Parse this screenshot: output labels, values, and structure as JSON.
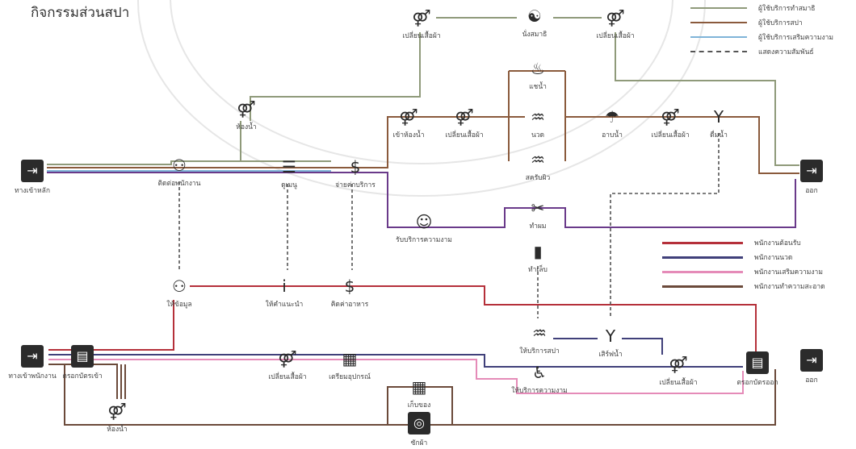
{
  "title": "กิจกรรมส่วนสปา",
  "legend_top": [
    {
      "label": "ผู้ใช้บริการทำสมาธิ",
      "color": "#8f9a7a",
      "dashed": false
    },
    {
      "label": "ผู้ใช้บริการสปา",
      "color": "#8a5a3c",
      "dashed": false
    },
    {
      "label": "ผู้ใช้บริการเสริมความงาม",
      "color": "#7fb4d8",
      "dashed": false
    },
    {
      "label": "แสดงความสัมพันธ์",
      "color": "#555555",
      "dashed": true
    }
  ],
  "legend_bottom": [
    {
      "label": "พนักงานต้อนรับ",
      "color": "#b5303a",
      "dashed": false
    },
    {
      "label": "พนักงานนวด",
      "color": "#40407a",
      "dashed": false
    },
    {
      "label": "พนักงานเสริมความงาม",
      "color": "#e58bb8",
      "dashed": false
    },
    {
      "label": "พนักงานทำความสะอาด",
      "color": "#6b4a3a",
      "dashed": false
    }
  ],
  "nodes": [
    {
      "id": "entrance-main",
      "label": "ทางเข้าหลัก",
      "icon": "door-enter-icon",
      "glyph": "⇥",
      "style": "box"
    },
    {
      "id": "contact-staff",
      "label": "ติดต่อพนักงาน",
      "icon": "reception-desk-icon",
      "glyph": "⚇",
      "style": "plain"
    },
    {
      "id": "restroom-top",
      "label": "ห้องน้ำ",
      "icon": "restroom-icon",
      "glyph": "⚤",
      "style": "plain"
    },
    {
      "id": "view-menu",
      "label": "ดูเมนู",
      "icon": "menu-reading-icon",
      "glyph": "☰",
      "style": "plain"
    },
    {
      "id": "pay-service",
      "label": "จ่ายค่าบริการ",
      "icon": "dollar-icon",
      "glyph": "$",
      "style": "plain"
    },
    {
      "id": "change-clothes-1",
      "label": "เปลี่ยนเสื้อผ้า",
      "icon": "changing-room-icon",
      "glyph": "⚤",
      "style": "plain"
    },
    {
      "id": "meditation",
      "label": "นั่งสมาธิ",
      "icon": "meditation-icon",
      "glyph": "☯",
      "style": "plain"
    },
    {
      "id": "change-clothes-2",
      "label": "เปลี่ยนเสื้อผ้า",
      "icon": "changing-room-icon",
      "glyph": "⚤",
      "style": "plain"
    },
    {
      "id": "soak-bath",
      "label": "แชน้ำ",
      "icon": "bathtub-icon",
      "glyph": "♨",
      "style": "plain"
    },
    {
      "id": "restroom-spa",
      "label": "เข้าห้องน้ำ",
      "icon": "restroom-icon",
      "glyph": "⚤",
      "style": "plain"
    },
    {
      "id": "change-clothes-3",
      "label": "เปลี่ยนเสื้อผ้า",
      "icon": "changing-room-icon",
      "glyph": "⚤",
      "style": "plain"
    },
    {
      "id": "massage",
      "label": "นวด",
      "icon": "massage-icon",
      "glyph": "♒",
      "style": "plain"
    },
    {
      "id": "shower",
      "label": "อาบน้ำ",
      "icon": "shower-icon",
      "glyph": "☂",
      "style": "plain"
    },
    {
      "id": "change-clothes-4",
      "label": "เปลี่ยนเสื้อผ้า",
      "icon": "changing-room-icon",
      "glyph": "⚤",
      "style": "plain"
    },
    {
      "id": "drink",
      "label": "ดื่มน้ำ",
      "icon": "cocktail-icon",
      "glyph": "Y",
      "style": "plain"
    },
    {
      "id": "scrub",
      "label": "สครับผิว",
      "icon": "scrub-icon",
      "glyph": "♒",
      "style": "plain"
    },
    {
      "id": "exit-main",
      "label": "ออก",
      "icon": "door-exit-icon",
      "glyph": "⇥",
      "style": "box"
    },
    {
      "id": "beauty-service",
      "label": "รับบริการความงาม",
      "icon": "beautician-icon",
      "glyph": "☺",
      "style": "plain"
    },
    {
      "id": "hair",
      "label": "ทำผม",
      "icon": "hair-icon",
      "glyph": "✂",
      "style": "plain"
    },
    {
      "id": "nails",
      "label": "ทำเล็บ",
      "icon": "nail-polish-icon",
      "glyph": "▮",
      "style": "plain"
    },
    {
      "id": "give-info",
      "label": "ให้ข้อมูล",
      "icon": "reception-desk-icon",
      "glyph": "⚇",
      "style": "plain"
    },
    {
      "id": "recommend",
      "label": "ให้คำแนะนำ",
      "icon": "info-icon",
      "glyph": "i",
      "style": "plain"
    },
    {
      "id": "bill",
      "label": "คิดค่าอาหาร",
      "icon": "dollar-icon",
      "glyph": "$",
      "style": "plain"
    },
    {
      "id": "spa-service",
      "label": "ให้บริการสปา",
      "icon": "massage-icon",
      "glyph": "♒",
      "style": "plain"
    },
    {
      "id": "serve-drink",
      "label": "เสิร์ฟน้ำ",
      "icon": "cocktail-icon",
      "glyph": "Y",
      "style": "plain"
    },
    {
      "id": "staff-entrance",
      "label": "ทางเข้าพนักงาน",
      "icon": "door-enter-icon",
      "glyph": "⇥",
      "style": "box"
    },
    {
      "id": "card-in",
      "label": "ตรอกบัตรเข้า",
      "icon": "id-card-icon",
      "glyph": "▤",
      "style": "box"
    },
    {
      "id": "change-clothes-5",
      "label": "เปลี่ยนเสื้อผ้า",
      "icon": "changing-room-icon",
      "glyph": "⚤",
      "style": "plain"
    },
    {
      "id": "prepare-tools",
      "label": "เตรียมอุปกรณ์",
      "icon": "shelf-icon",
      "glyph": "▦",
      "style": "plain"
    },
    {
      "id": "beauty-staff",
      "label": "ให้บริการความงาม",
      "icon": "salon-chair-icon",
      "glyph": "♿",
      "style": "plain"
    },
    {
      "id": "storage",
      "label": "เก็บของ",
      "icon": "shelf-icon",
      "glyph": "▦",
      "style": "plain"
    },
    {
      "id": "laundry",
      "label": "ซักผ้า",
      "icon": "washing-machine-icon",
      "glyph": "◎",
      "style": "box"
    },
    {
      "id": "change-clothes-6",
      "label": "เปลี่ยนเสื้อผ้า",
      "icon": "changing-room-icon",
      "glyph": "⚤",
      "style": "plain"
    },
    {
      "id": "card-out",
      "label": "ตรอกบัตรออก",
      "icon": "id-card-icon",
      "glyph": "▤",
      "style": "box"
    },
    {
      "id": "staff-exit",
      "label": "ออก",
      "icon": "door-exit-icon",
      "glyph": "⇥",
      "style": "box"
    },
    {
      "id": "restroom-bottom",
      "label": "ห้องน้ำ",
      "icon": "restroom-icon",
      "glyph": "⚤",
      "style": "plain"
    }
  ]
}
